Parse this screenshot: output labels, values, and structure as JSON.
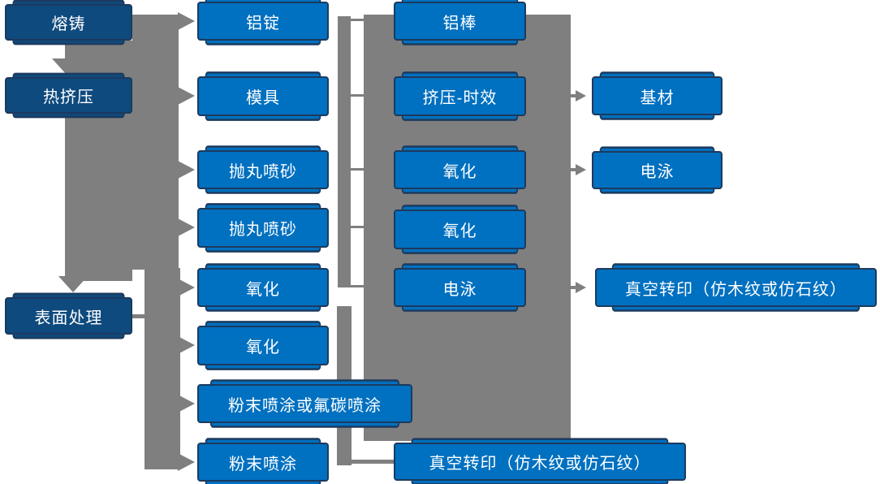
{
  "diagram": {
    "description": "Aluminum processing flow chart",
    "colors": {
      "node_blue": "#0070c0",
      "node_dark_blue": "#0e4a7d",
      "node_border": "#1c3a5e",
      "connector_gray": "#7f7f7f",
      "text_color": "#ffffff",
      "background": "#ffffff"
    },
    "columns": {
      "stages": [
        "熔铸",
        "热挤压",
        "表面处理"
      ],
      "step1": [
        "铝锭",
        "模具",
        "抛丸喷砂",
        "抛丸喷砂",
        "氧化",
        "氧化",
        "粉末喷涂或氟碳喷涂",
        "粉末喷涂"
      ],
      "step2": [
        "铝棒",
        "挤压-时效",
        "氧化",
        "氧化",
        "电泳",
        "真空转印（仿木纹或仿石纹）"
      ],
      "finishes": [
        "基材",
        "电泳",
        "真空转印（仿木纹或仿石纹）"
      ]
    }
  }
}
